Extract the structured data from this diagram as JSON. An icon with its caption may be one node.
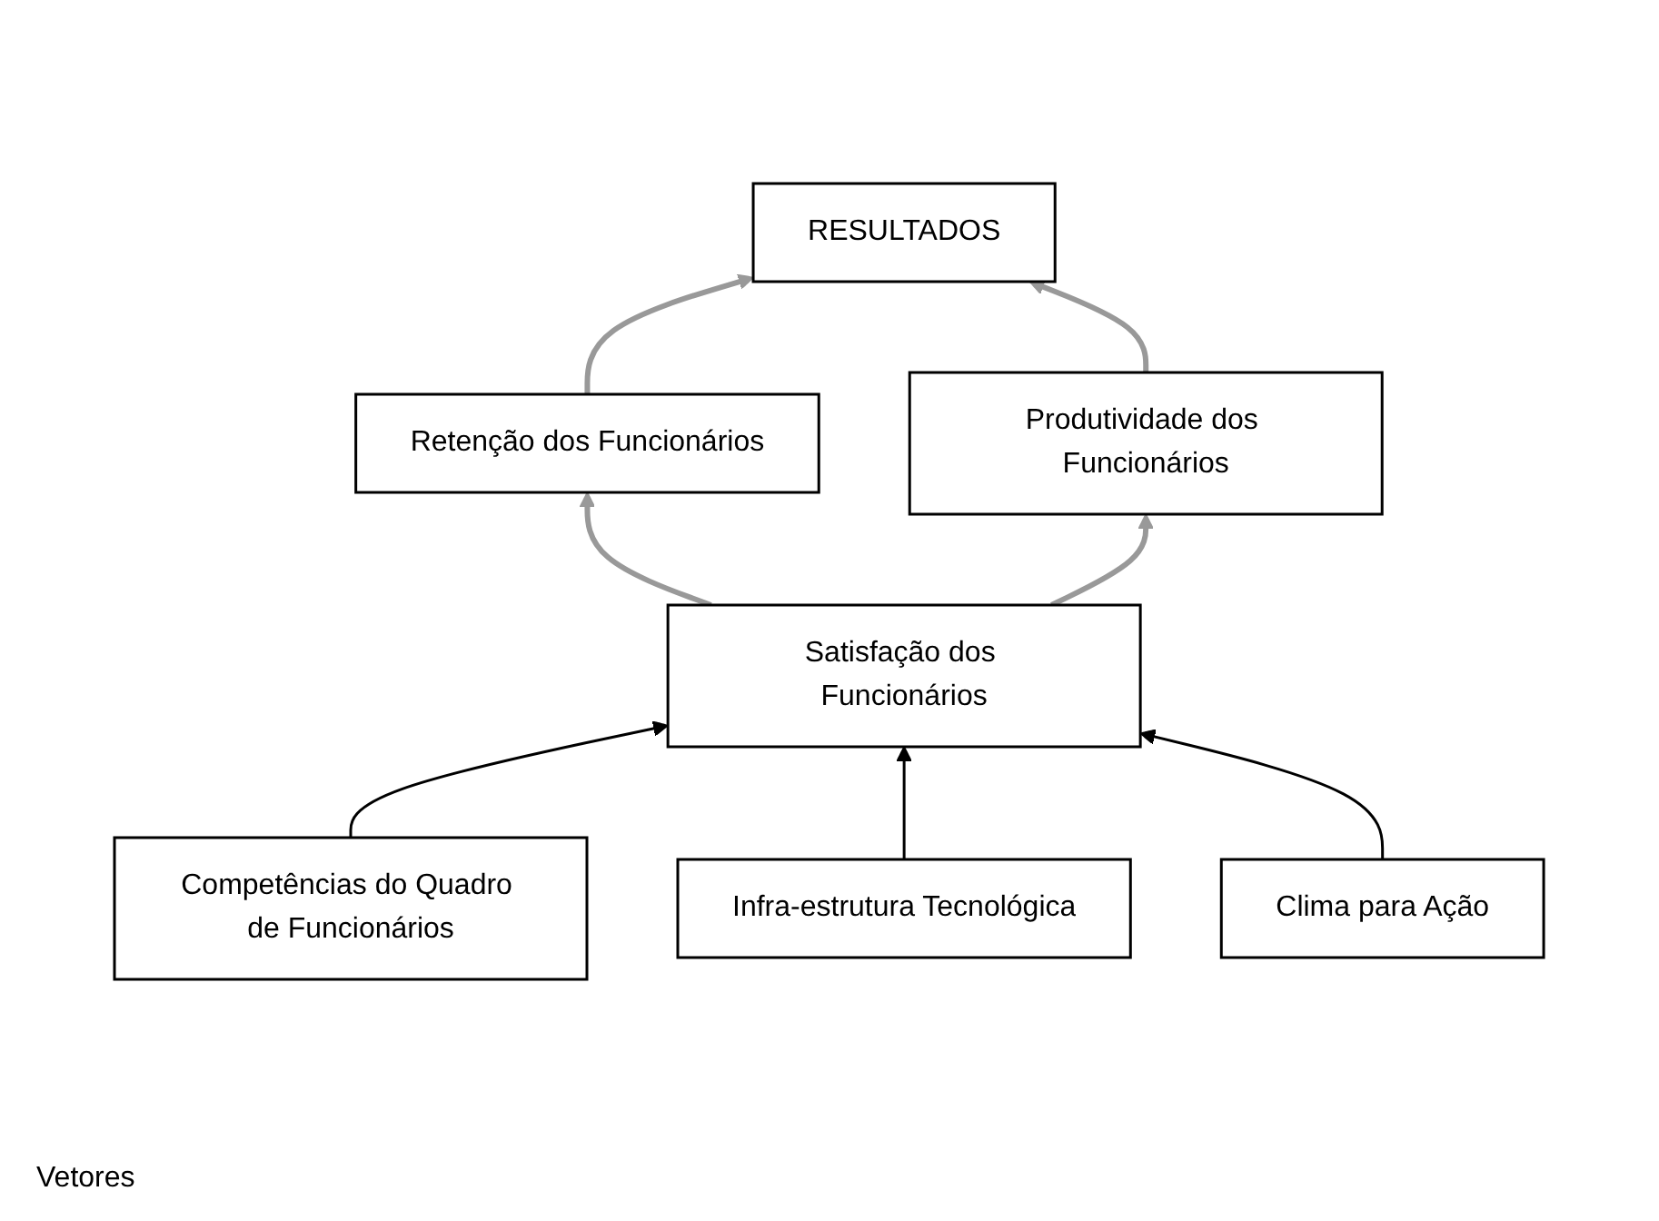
{
  "diagram": {
    "nodes": [
      {
        "text": [
          "RESULTADOS"
        ]
      },
      {
        "text": [
          "Retenção dos Funcionários"
        ]
      },
      {
        "text": [
          "Produtividade dos Funcionários"
        ]
      },
      {
        "text": [
          "Satisfação dos Funcionários"
        ]
      },
      {
        "text": [
          "Competências do Quadro de Funcionários"
        ]
      },
      {
        "text": [
          "Infra-estrutura Tecnológica"
        ]
      },
      {
        "text": [
          "Clima para Ação"
        ]
      }
    ],
    "edges": [
      {
        "from": 3,
        "to": 1,
        "arrow": "to"
      },
      {
        "from": 1,
        "to": 0,
        "arrow": "to"
      },
      {
        "from": 3,
        "to": 2,
        "arrow": "to"
      },
      {
        "from": 2,
        "to": 0,
        "arrow": "to"
      },
      {
        "from": 4,
        "to": 3,
        "arrow": "to",
        "color": "#000000"
      },
      {
        "from": 5,
        "to": 3,
        "arrow": "to",
        "color": "#000000"
      },
      {
        "from": 6,
        "to": 3,
        "arrow": "to",
        "color": "#000000"
      }
    ],
    "labels": [
      "Vetores"
    ]
  }
}
